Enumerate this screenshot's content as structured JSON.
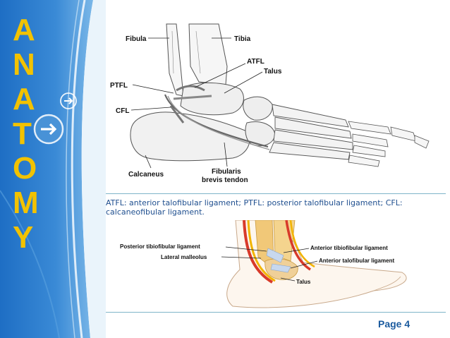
{
  "sidebar": {
    "title_letters": [
      "A",
      "N",
      "A",
      "T",
      "O",
      "M",
      "Y"
    ],
    "arrow_icons": [
      "arrow-right-circle-icon-small",
      "arrow-right-circle-icon-large"
    ]
  },
  "figure_top": {
    "labels": {
      "fibula": "Fibula",
      "tibia": "Tibia",
      "atfl": "ATFL",
      "talus": "Talus",
      "ptfl": "PTFL",
      "cfl": "CFL",
      "calcaneus": "Calcaneus",
      "fibularis_line1": "Fibularis",
      "fibularis_line2": "brevis tendon"
    }
  },
  "caption": {
    "line1": "ATFL: anterior talofibular ligament; PTFL: posterior talofibular ligament; CFL:",
    "line2": "calcaneofibular ligament."
  },
  "figure_bottom": {
    "labels": {
      "posterior_tibiofibular": "Posterior tibiofibular ligament",
      "lateral_malleolus": "Lateral malleolus",
      "anterior_tibiofibular": "Anterior tibiofibular ligament",
      "anterior_talofibular": "Anterior talofibular ligament",
      "talus": "Talus"
    }
  },
  "footer": {
    "page_label": "Page 4"
  },
  "colors": {
    "title_yellow": "#f2c200",
    "sidebar_blue": "#2a78c8",
    "page_blue": "#1a5a9e"
  }
}
